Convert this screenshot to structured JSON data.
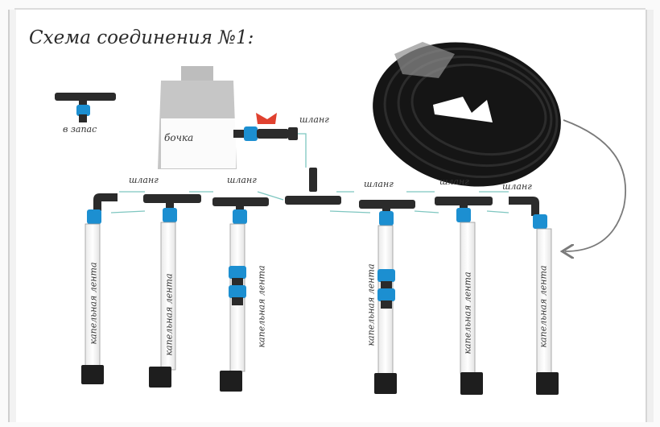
{
  "diagram": {
    "title": "Схема соединения №1:",
    "barrel_label": "бочка",
    "spare_label": "в запас",
    "hose_labels": [
      "шланг",
      "шланг",
      "шланг",
      "шланг",
      "шланг",
      "шланг"
    ],
    "tape_labels": [
      "капельная лента",
      "капельная лента",
      "капельная лента",
      "капельная лента",
      "капельная лента",
      "капельная лента"
    ],
    "colors": {
      "fitting": "#2b2b2b",
      "coupling": "#1c8fd1",
      "valve_handle": "#e0412f",
      "barrel": "#c4c4c4",
      "hose": "#7ec6c0",
      "tape_roll": "#151515",
      "arrow": "#7a7a7a"
    },
    "icons": [
      "tee-fitting-icon",
      "elbow-fitting-icon",
      "valve-icon",
      "barrel-icon",
      "coupling-icon",
      "end-plug-icon",
      "tape-roll-icon",
      "curved-arrow-icon"
    ]
  }
}
